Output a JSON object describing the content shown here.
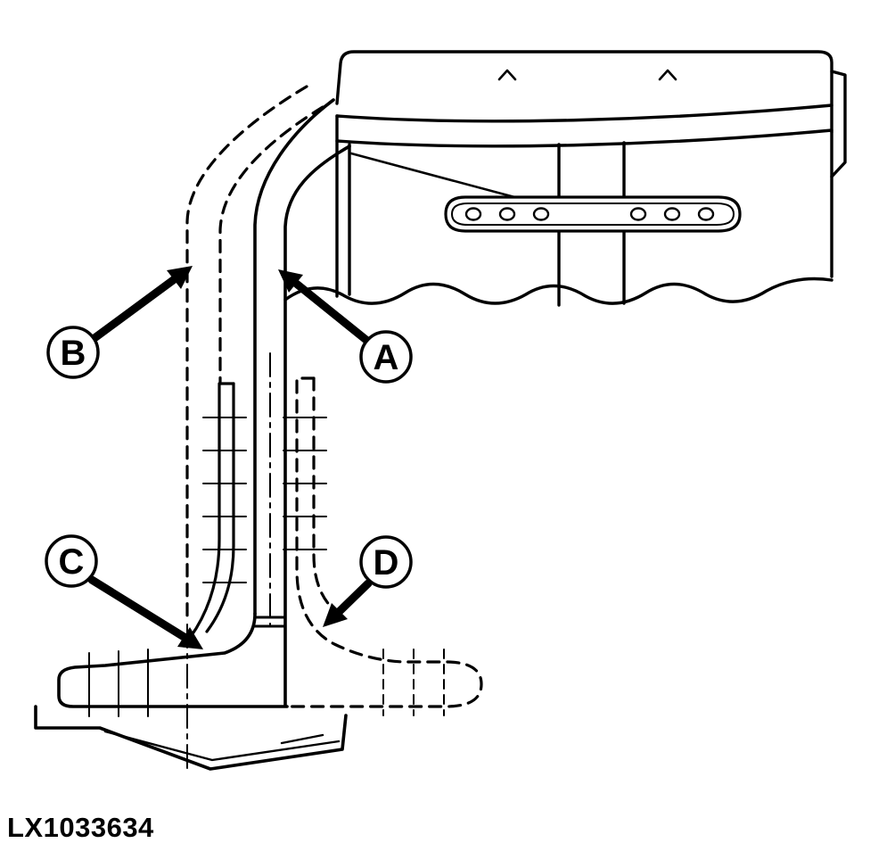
{
  "figure": {
    "code": "LX1033634",
    "callouts": [
      {
        "id": "A",
        "label": "A"
      },
      {
        "id": "B",
        "label": "B"
      },
      {
        "id": "C",
        "label": "C"
      },
      {
        "id": "D",
        "label": "D"
      }
    ]
  },
  "colors": {
    "line": "#000000",
    "background": "#ffffff"
  }
}
